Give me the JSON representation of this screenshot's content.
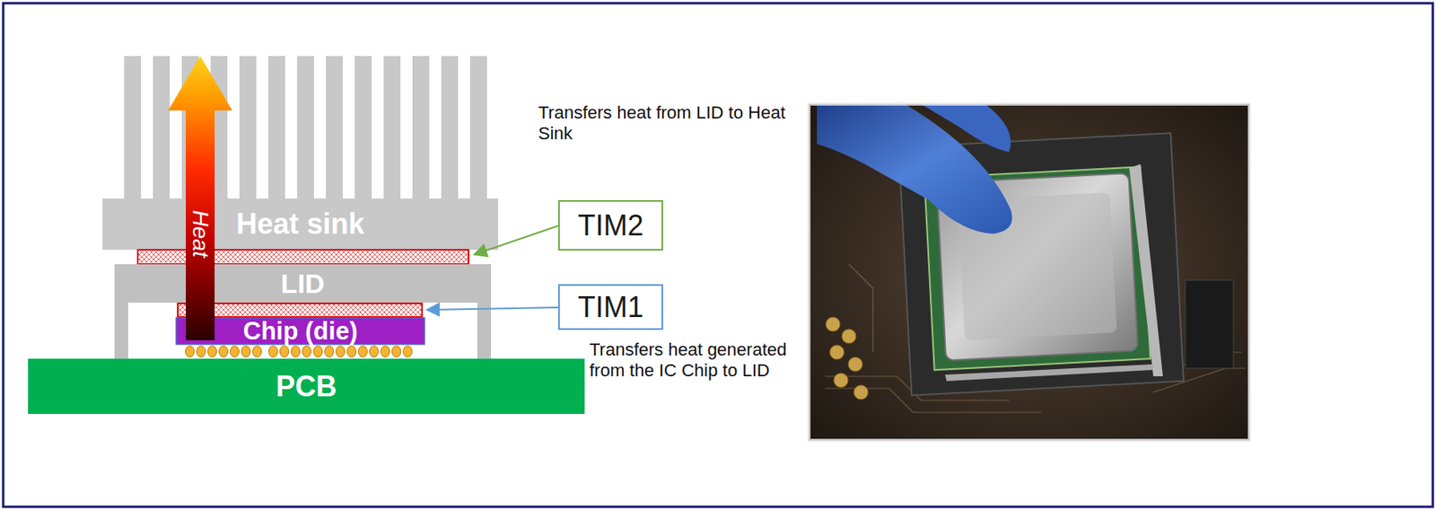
{
  "diagram": {
    "nodes": [
      {
        "text": [
          "Heat sink"
        ]
      },
      {
        "text": [
          "TIM2"
        ]
      },
      {
        "text": [
          "LID"
        ]
      },
      {
        "text": [
          "TIM1"
        ]
      },
      {
        "text": [
          "Chip (die)"
        ]
      },
      {
        "text": [
          "PCB"
        ]
      }
    ],
    "labels": [
      "Heat",
      "Transfers heat from LID to Heat Sink",
      "Transfers heat generated from the IC Chip to LID"
    ]
  }
}
